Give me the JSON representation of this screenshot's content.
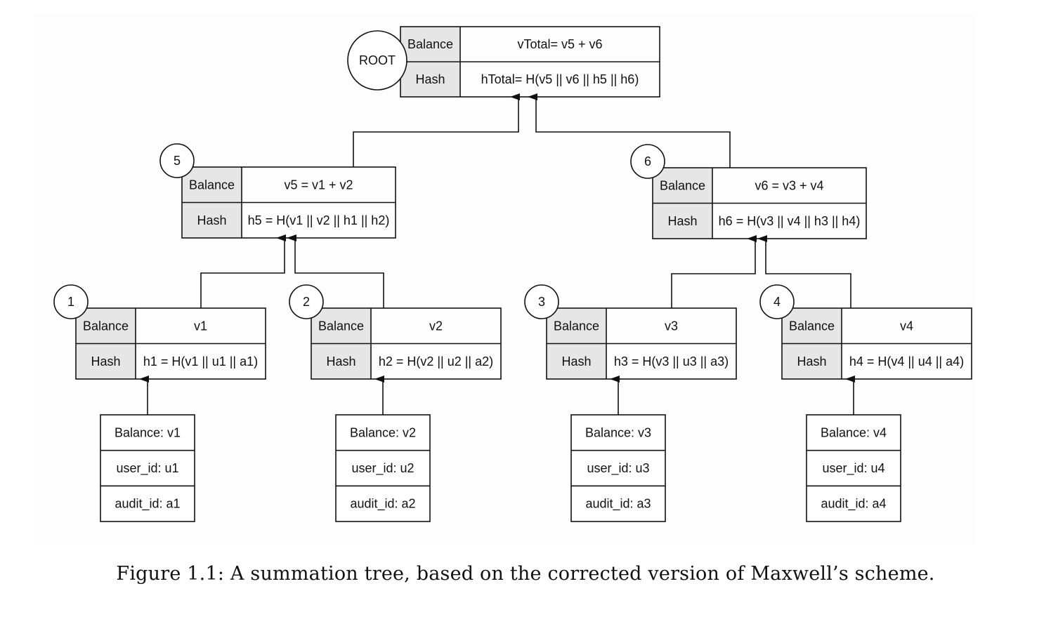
{
  "root": {
    "marker": "ROOT",
    "balance_label": "Balance",
    "balance_value": "vTotal= v5 + v6",
    "hash_label": "Hash",
    "hash_value": "hTotal= H(v5 || v6 || h5 || h6)"
  },
  "internal_nodes": [
    {
      "marker": "5",
      "balance_label": "Balance",
      "balance_value": "v5 = v1 + v2",
      "hash_label": "Hash",
      "hash_value": "h5 = H(v1 || v2 || h1 || h2)"
    },
    {
      "marker": "6",
      "balance_label": "Balance",
      "balance_value": "v6 = v3 + v4",
      "hash_label": "Hash",
      "hash_value": "h6 = H(v3 || v4 || h3 || h4)"
    }
  ],
  "leaf_nodes": [
    {
      "marker": "1",
      "balance_label": "Balance",
      "balance_value": "v1",
      "hash_label": "Hash",
      "hash_value": "h1 = H(v1 || u1 || a1)"
    },
    {
      "marker": "2",
      "balance_label": "Balance",
      "balance_value": "v2",
      "hash_label": "Hash",
      "hash_value": "h2 = H(v2 || u2 || a2)"
    },
    {
      "marker": "3",
      "balance_label": "Balance",
      "balance_value": "v3",
      "hash_label": "Hash",
      "hash_value": "h3 = H(v3 || u3 || a3)"
    },
    {
      "marker": "4",
      "balance_label": "Balance",
      "balance_value": "v4",
      "hash_label": "Hash",
      "hash_value": "h4 = H(v4 || u4 || a4)"
    }
  ],
  "user_records": [
    {
      "balance": "Balance: v1",
      "user_id": "user_id: u1",
      "audit_id": "audit_id: a1"
    },
    {
      "balance": "Balance: v2",
      "user_id": "user_id: u2",
      "audit_id": "audit_id: a2"
    },
    {
      "balance": "Balance: v3",
      "user_id": "user_id: u3",
      "audit_id": "audit_id: a3"
    },
    {
      "balance": "Balance: v4",
      "user_id": "user_id: u4",
      "audit_id": "audit_id: a4"
    }
  ],
  "caption": "Figure 1.1: A summation tree, based on the corrected version of Maxwell’s scheme.",
  "colors": {
    "label_cell_fill": "#e6e6e6",
    "value_cell_fill": "#ffffff",
    "stroke": "#111111",
    "diagram_background": "#fdfdfd"
  }
}
